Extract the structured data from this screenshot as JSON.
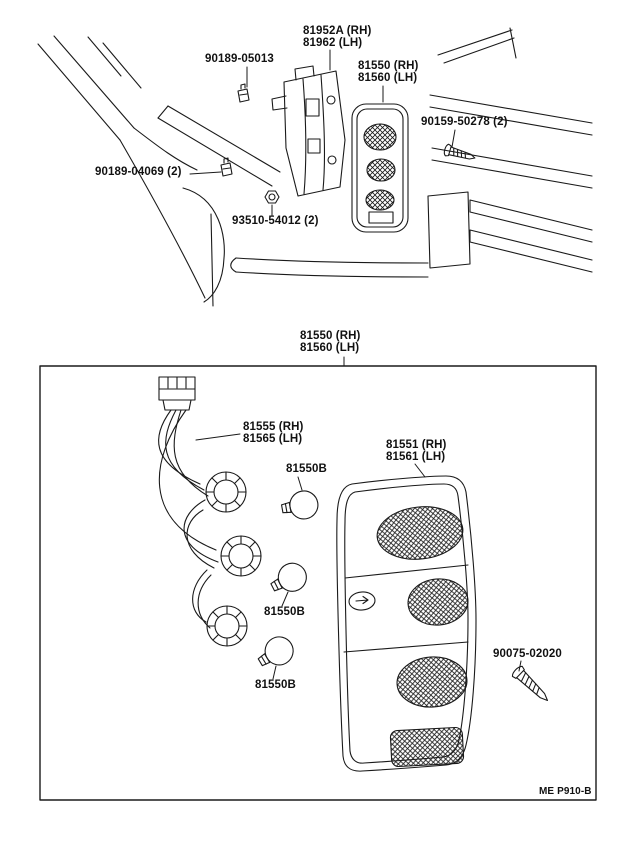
{
  "page": {
    "footer_code": "ME P910-B"
  },
  "upper": {
    "lamp_body_rh": "81952A (RH)",
    "lamp_body_lh": "81962 (LH)",
    "clip_top": "90189-05013",
    "lamp_rh": "81550 (RH)",
    "lamp_lh": "81560 (LH)",
    "screw_side": "90159-50278 (2)",
    "clip_side": "90189-04069 (2)",
    "nut_bottom": "93510-54012 (2)"
  },
  "box": {
    "title_rh": "81550 (RH)",
    "title_lh": "81560 (LH)",
    "socket_rh": "81555 (RH)",
    "socket_lh": "81565 (LH)",
    "bulb1": "81550B",
    "bulb2": "81550B",
    "bulb3": "81550B",
    "lens_rh": "81551 (RH)",
    "lens_lh": "81561 (LH)",
    "screw": "90075-02020"
  }
}
